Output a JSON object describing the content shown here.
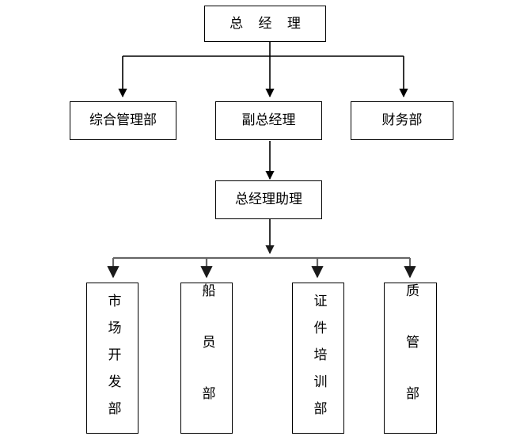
{
  "diagram": {
    "type": "organization-chart",
    "title": "",
    "colors": {
      "box_border": "#000000",
      "box_fill": "#ffffff",
      "connector_top": "#000000",
      "connector_bottom": "#666666",
      "text": "#000000",
      "background": "#ffffff"
    },
    "levels": [
      {
        "level": 1,
        "nodes": [
          {
            "id": "gm",
            "label": "总 经 理",
            "orientation": "horizontal",
            "spaced": true
          }
        ]
      },
      {
        "level": 2,
        "nodes": [
          {
            "id": "admin",
            "label": "综合管理部",
            "orientation": "horizontal",
            "spaced": false
          },
          {
            "id": "deputy-gm",
            "label": "副总经理",
            "orientation": "horizontal",
            "spaced": false
          },
          {
            "id": "finance",
            "label": "财务部",
            "orientation": "horizontal",
            "spaced": false
          }
        ]
      },
      {
        "level": 3,
        "nodes": [
          {
            "id": "gm-assistant",
            "label": "总经理助理",
            "orientation": "horizontal",
            "spaced": false
          }
        ]
      },
      {
        "level": 4,
        "nodes": [
          {
            "id": "market-dev",
            "label": "市场开发部",
            "orientation": "vertical",
            "spaced": false
          },
          {
            "id": "crew",
            "label": "船员部",
            "orientation": "vertical",
            "spaced": false
          },
          {
            "id": "cert-training",
            "label": "证件培训部",
            "orientation": "vertical",
            "spaced": false
          },
          {
            "id": "quality",
            "label": "质管部",
            "orientation": "vertical",
            "spaced": false
          }
        ]
      }
    ]
  }
}
